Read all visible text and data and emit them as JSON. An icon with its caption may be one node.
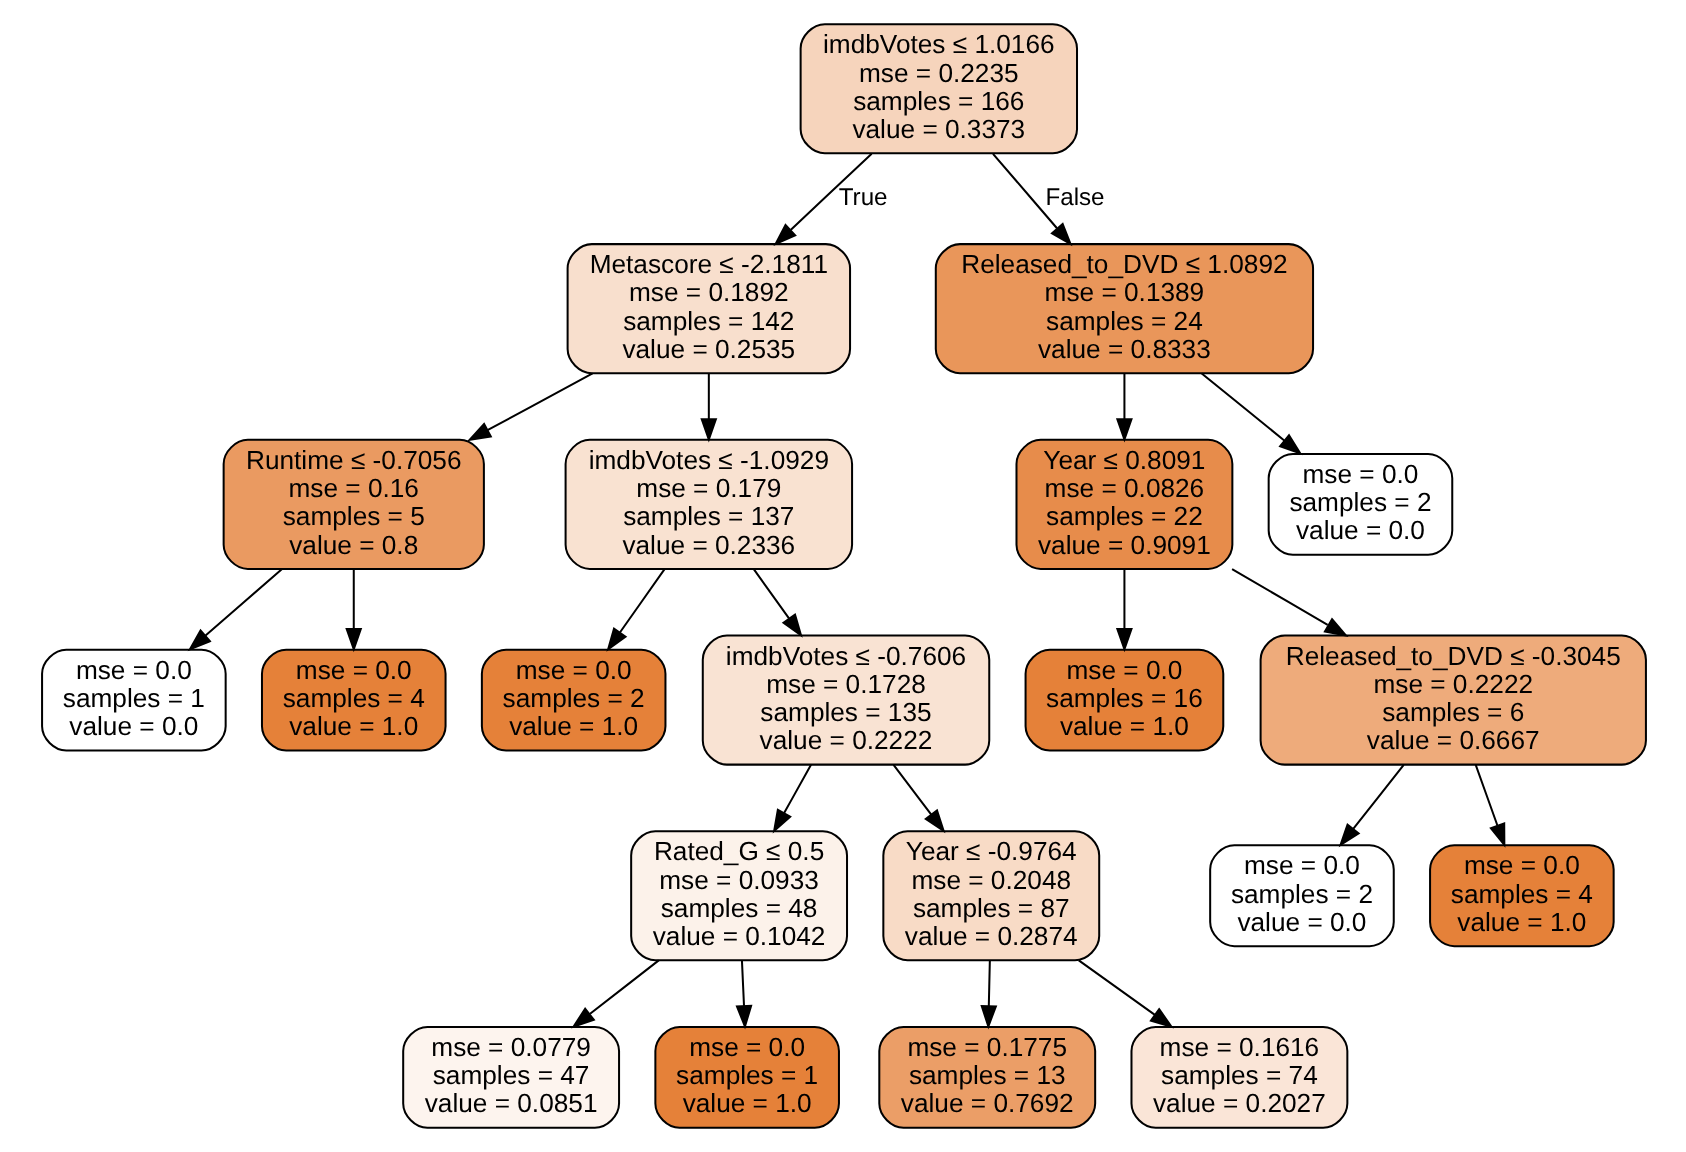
{
  "diagram": {
    "nodes": [
      {
        "text": [
          "imdbVotes ≤ 1.0166",
          "mse = 0.2235",
          "samples = 166",
          "value = 0.3373"
        ]
      },
      {
        "text": [
          "Metascore ≤ -2.1811",
          "mse = 0.1892",
          "samples = 142",
          "value = 0.2535"
        ]
      },
      {
        "text": [
          "Released_to_DVD ≤ 1.0892",
          "mse = 0.1389",
          "samples = 24",
          "value = 0.8333"
        ]
      },
      {
        "text": [
          "Runtime ≤ -0.7056",
          "mse = 0.16",
          "samples = 5",
          "value = 0.8"
        ]
      },
      {
        "text": [
          "imdbVotes ≤ -1.0929",
          "mse = 0.179",
          "samples = 137",
          "value = 0.2336"
        ]
      },
      {
        "text": [
          "Year ≤ 0.8091",
          "mse = 0.0826",
          "samples = 22",
          "value = 0.9091"
        ]
      },
      {
        "text": [
          "mse = 0.0",
          "samples = 2",
          "value = 0.0"
        ]
      },
      {
        "text": [
          "mse = 0.0",
          "samples = 1",
          "value = 0.0"
        ]
      },
      {
        "text": [
          "mse = 0.0",
          "samples = 4",
          "value = 1.0"
        ]
      },
      {
        "text": [
          "mse = 0.0",
          "samples = 2",
          "value = 1.0"
        ]
      },
      {
        "text": [
          "imdbVotes ≤ -0.7606",
          "mse = 0.1728",
          "samples = 135",
          "value = 0.2222"
        ]
      },
      {
        "text": [
          "mse = 0.0",
          "samples = 16",
          "value = 1.0"
        ]
      },
      {
        "text": [
          "Released_to_DVD ≤ -0.3045",
          "mse = 0.2222",
          "samples = 6",
          "value = 0.6667"
        ]
      },
      {
        "text": [
          "Rated_G ≤ 0.5",
          "mse = 0.0933",
          "samples = 48",
          "value = 0.1042"
        ]
      },
      {
        "text": [
          "Year ≤ -0.9764",
          "mse = 0.2048",
          "samples = 87",
          "value = 0.2874"
        ]
      },
      {
        "text": [
          "mse = 0.0",
          "samples = 2",
          "value = 0.0"
        ]
      },
      {
        "text": [
          "mse = 0.0",
          "samples = 4",
          "value = 1.0"
        ]
      },
      {
        "text": [
          "mse = 0.0779",
          "samples = 47",
          "value = 0.0851"
        ]
      },
      {
        "text": [
          "mse = 0.0",
          "samples = 1",
          "value = 1.0"
        ]
      },
      {
        "text": [
          "mse = 0.1775",
          "samples = 13",
          "value = 0.7692"
        ]
      },
      {
        "text": [
          "mse = 0.1616",
          "samples = 74",
          "value = 0.2027"
        ]
      }
    ],
    "edges": [
      {
        "from": 0,
        "to": 1,
        "arrow": "to",
        "label": "True"
      },
      {
        "from": 0,
        "to": 2,
        "arrow": "to",
        "label": "False"
      },
      {
        "from": 1,
        "to": 3,
        "arrow": "to"
      },
      {
        "from": 1,
        "to": 4,
        "arrow": "to"
      },
      {
        "from": 2,
        "to": 5,
        "arrow": "to"
      },
      {
        "from": 2,
        "to": 6,
        "arrow": "to"
      },
      {
        "from": 3,
        "to": 7,
        "arrow": "to"
      },
      {
        "from": 3,
        "to": 8,
        "arrow": "to"
      },
      {
        "from": 4,
        "to": 9,
        "arrow": "to"
      },
      {
        "from": 4,
        "to": 10,
        "arrow": "to"
      },
      {
        "from": 5,
        "to": 11,
        "arrow": "to"
      },
      {
        "from": 5,
        "to": 12,
        "arrow": "to"
      },
      {
        "from": 10,
        "to": 13,
        "arrow": "to"
      },
      {
        "from": 10,
        "to": 14,
        "arrow": "to"
      },
      {
        "from": 12,
        "to": 15,
        "arrow": "to"
      },
      {
        "from": 12,
        "to": 16,
        "arrow": "to"
      },
      {
        "from": 13,
        "to": 17,
        "arrow": "to"
      },
      {
        "from": 13,
        "to": 18,
        "arrow": "to"
      },
      {
        "from": 14,
        "to": 19,
        "arrow": "to"
      },
      {
        "from": 14,
        "to": 20,
        "arrow": "to"
      }
    ]
  }
}
